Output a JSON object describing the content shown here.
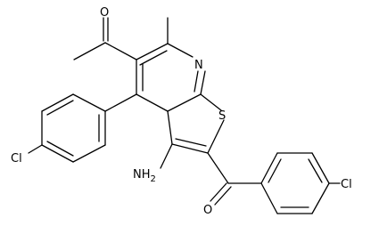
{
  "atom_labels": {
    "oxygen_acetyl": "O",
    "nitrogen_ring": "N",
    "sulfur_ring": "S",
    "chlorine_left": "Cl",
    "amine_nh": "NH",
    "amine_subscript": "2",
    "oxygen_ketone": "O",
    "chlorine_right": "Cl"
  }
}
